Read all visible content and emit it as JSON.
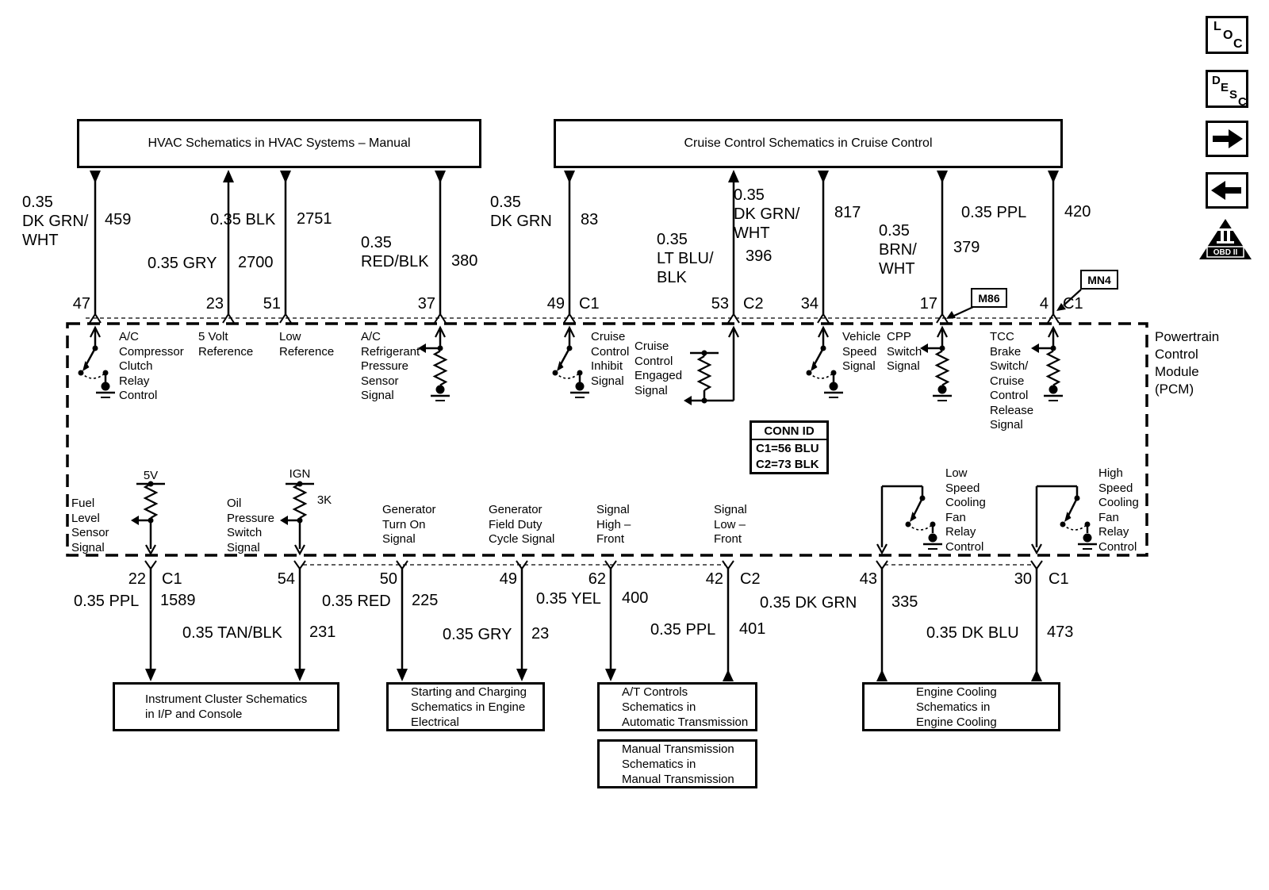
{
  "header_icons": {
    "loc": [
      "L",
      "O",
      "C"
    ],
    "desc": [
      "D",
      "E",
      "S",
      "C"
    ],
    "obd_label": "OBD II"
  },
  "ref_boxes": {
    "hvac": "HVAC Schematics in HVAC Systems – Manual",
    "cruise": "Cruise Control Schematics in Cruise Control"
  },
  "pcm_label": "Powertrain\nControl\nModule\n(PCM)",
  "conn_id": {
    "header": "CONN ID",
    "row1": "C1=56 BLU",
    "row2": "C2=73 BLK"
  },
  "callouts": {
    "m86": "M86",
    "mn4": "MN4"
  },
  "top_wires": [
    {
      "pin": "47",
      "conn": "",
      "wire": "0.35\nDK GRN/\nWHT",
      "circuit": "459",
      "function": "A/C\nCompressor\nClutch\nRelay\nControl"
    },
    {
      "pin": "23",
      "conn": "",
      "wire": "0.35 GRY",
      "circuit": "2700",
      "function": "5 Volt\nReference"
    },
    {
      "pin": "51",
      "conn": "",
      "wire": "0.35 BLK",
      "circuit": "2751",
      "function": "Low\nReference"
    },
    {
      "pin": "37",
      "conn": "",
      "wire": "0.35\nRED/BLK",
      "circuit": "380",
      "function": "A/C\nRefrigerant\nPressure\nSensor\nSignal"
    },
    {
      "pin": "49",
      "conn": "C1",
      "wire": "0.35\nDK GRN",
      "circuit": "83",
      "function": "Cruise\nControl\nInhibit\nSignal"
    },
    {
      "pin": "53",
      "conn": "C2",
      "wire": "0.35\nLT BLU/\nBLK",
      "circuit": "396",
      "function": "Cruise\nControl\nEngaged\nSignal"
    },
    {
      "pin": "34",
      "conn": "",
      "wire": "0.35\nDK GRN/\nWHT",
      "circuit": "817",
      "function": "Vehicle\nSpeed\nSignal"
    },
    {
      "pin": "17",
      "conn": "",
      "wire": "0.35\nBRN/\nWHT",
      "circuit": "379",
      "function": "CPP\nSwitch\nSignal"
    },
    {
      "pin": "4",
      "conn": "C1",
      "wire": "0.35 PPL",
      "circuit": "420",
      "function": "TCC\nBrake\nSwitch/\nCruise\nControl\nRelease\nSignal"
    }
  ],
  "bottom_wires": [
    {
      "pin": "22",
      "conn": "C1",
      "wire": "0.35 PPL",
      "circuit": "1589",
      "function": "Fuel\nLevel\nSensor\nSignal",
      "tap": "5V"
    },
    {
      "pin": "54",
      "conn": "",
      "wire": "0.35 TAN/BLK",
      "circuit": "231",
      "function": "Oil\nPressure\nSwitch\nSignal",
      "tap": "IGN",
      "res": "3K"
    },
    {
      "pin": "50",
      "conn": "",
      "wire": "0.35 RED",
      "circuit": "225",
      "function": "Generator\nTurn On\nSignal"
    },
    {
      "pin": "49",
      "conn": "",
      "wire": "0.35 GRY",
      "circuit": "23",
      "function": "Generator\nField Duty\nCycle Signal"
    },
    {
      "pin": "62",
      "conn": "",
      "wire": "0.35 YEL",
      "circuit": "400",
      "function": "Signal\nHigh –\nFront"
    },
    {
      "pin": "42",
      "conn": "C2",
      "wire": "0.35 PPL",
      "circuit": "401",
      "function": "Signal\nLow –\nFront"
    },
    {
      "pin": "43",
      "conn": "",
      "wire": "0.35 DK GRN",
      "circuit": "335",
      "function": "Low\nSpeed\nCooling\nFan\nRelay\nControl"
    },
    {
      "pin": "30",
      "conn": "C1",
      "wire": "0.35 DK BLU",
      "circuit": "473",
      "function": "High\nSpeed\nCooling\nFan\nRelay\nControl"
    }
  ],
  "bottom_boxes": {
    "instrument": "Instrument Cluster Schematics\nin I/P and Console",
    "starting": "Starting and Charging\nSchematics in Engine\nElectrical",
    "at": "A/T Controls\nSchematics in\nAutomatic Transmission",
    "manual": "Manual Transmission\nSchematics in\nManual Transmission",
    "engine": "Engine Cooling\nSchematics in\nEngine Cooling"
  }
}
